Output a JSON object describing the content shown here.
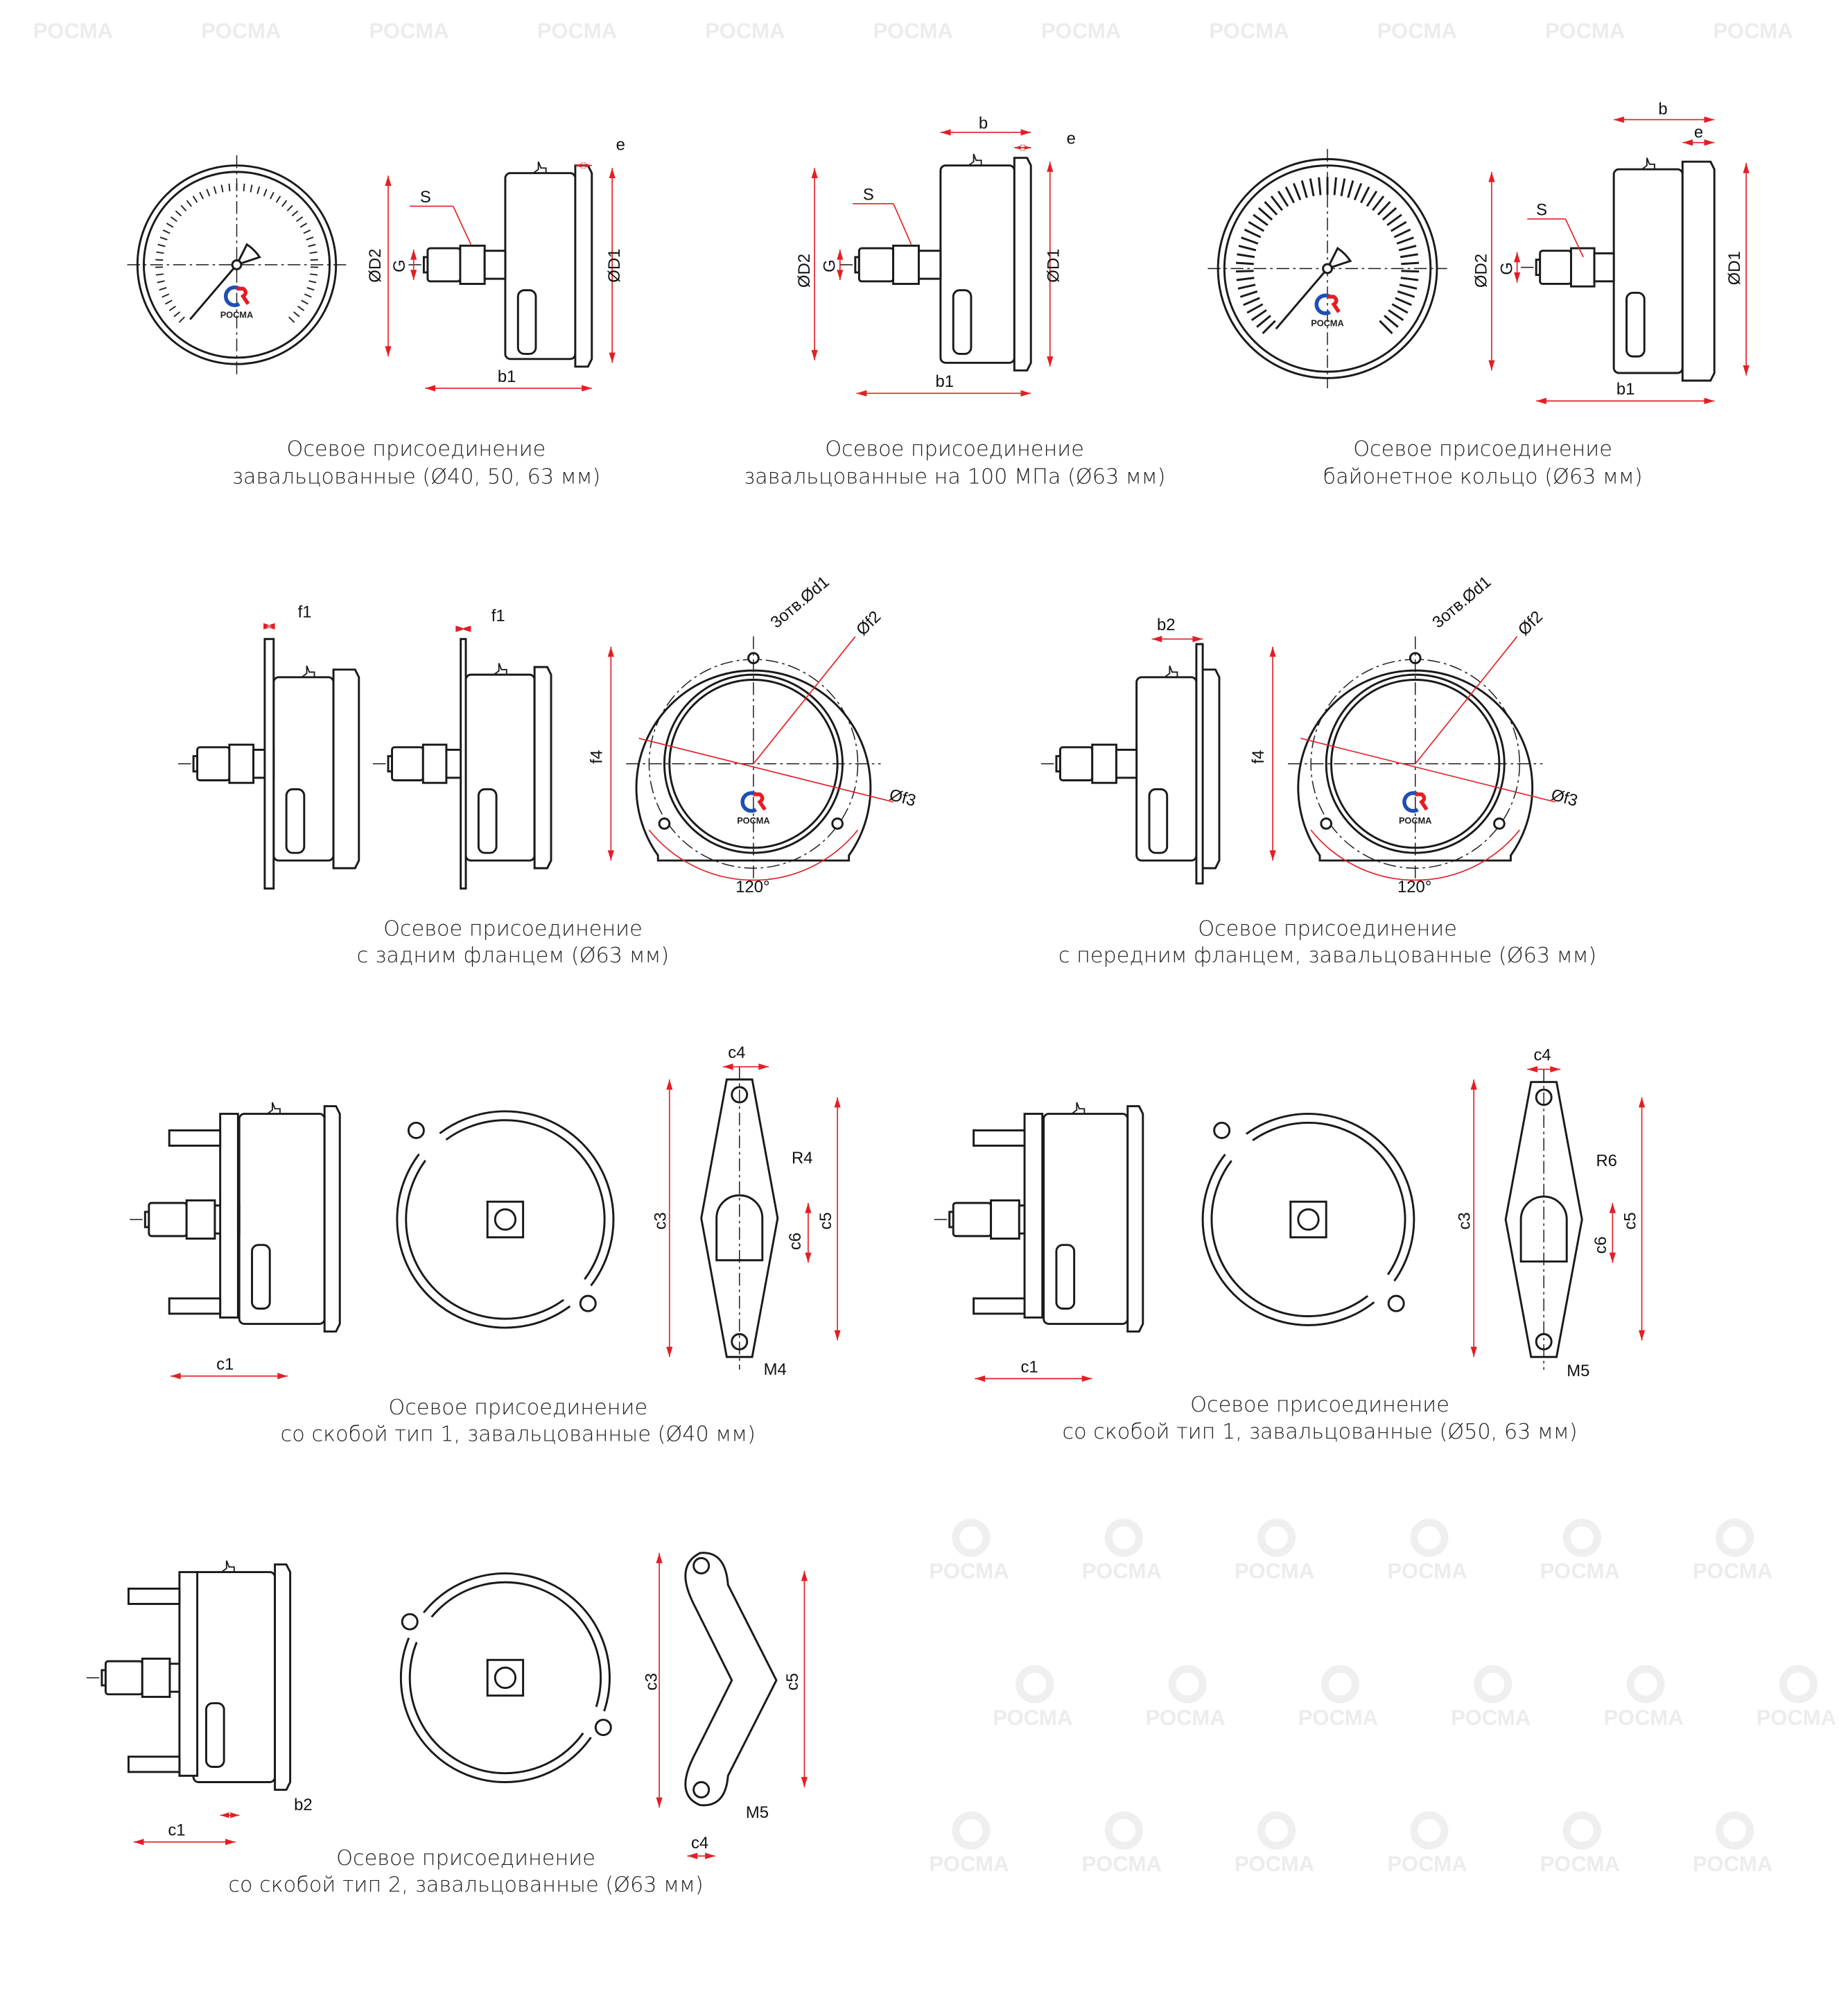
{
  "watermark": "РОСМА",
  "logo_text": "РОСМА",
  "colors": {
    "dimension": "#e31e24",
    "line": "#1a1a1a",
    "logo_blue": "#1f4fb4",
    "logo_red": "#e31e24",
    "watermark": "#f0f0f0"
  },
  "panels": [
    {
      "caption": [
        "Осевое присоединение",
        "завальцованные (Ø40, 50, 63 мм)"
      ],
      "labels": {
        "S": "S",
        "D2": "ØD2",
        "G": "G",
        "D1": "ØD1",
        "e": "e",
        "b1": "b1"
      }
    },
    {
      "caption": [
        "Осевое присоединение",
        "завальцованные на 100 МПа (Ø63 мм)"
      ],
      "labels": {
        "S": "S",
        "D2": "ØD2",
        "G": "G",
        "D1": "ØD1",
        "b": "b",
        "e": "e",
        "b1": "b1"
      }
    },
    {
      "caption": [
        "Осевое присоединение",
        "байонетное кольцо (Ø63 мм)"
      ],
      "labels": {
        "S": "S",
        "D2": "ØD2",
        "G": "G",
        "D1": "ØD1",
        "b": "b",
        "e": "e",
        "b1": "b1"
      }
    },
    {
      "caption": [
        "Осевое присоединение",
        "с задним фланцем (Ø63 мм)"
      ],
      "labels": {
        "f1a": "f1",
        "f1b": "f1",
        "d1": "3отв.Ød1",
        "f2": "Øf2",
        "f3": "Øf3",
        "f4": "f4",
        "angle": "120°"
      }
    },
    {
      "caption": [
        "Осевое присоединение",
        "с передним фланцем, завальцованные (Ø63 мм)"
      ],
      "labels": {
        "b2": "b2",
        "d1": "3отв.Ød1",
        "f2": "Øf2",
        "f3": "Øf3",
        "f4": "f4",
        "angle": "120°"
      }
    },
    {
      "caption": [
        "Осевое присоединение",
        "со скобой тип 1, завальцованные (Ø40 мм)"
      ],
      "labels": {
        "c1": "c1",
        "c4": "c4",
        "R": "R4",
        "c3": "c3",
        "c5": "c5",
        "c6": "c6",
        "M": "M4"
      }
    },
    {
      "caption": [
        "Осевое присоединение",
        "со скобой тип 1, завальцованные (Ø50, 63 мм)"
      ],
      "labels": {
        "c1": "c1",
        "c4": "c4",
        "R": "R6",
        "c3": "c3",
        "c5": "c5",
        "c6": "c6",
        "M": "M5"
      }
    },
    {
      "caption": [
        "Осевое присоединение",
        "со скобой тип 2, завальцованные (Ø63 мм)"
      ],
      "labels": {
        "c1": "c1",
        "b2": "b2",
        "c3": "c3",
        "c5": "c5",
        "M": "M5",
        "c4": "c4"
      }
    }
  ]
}
